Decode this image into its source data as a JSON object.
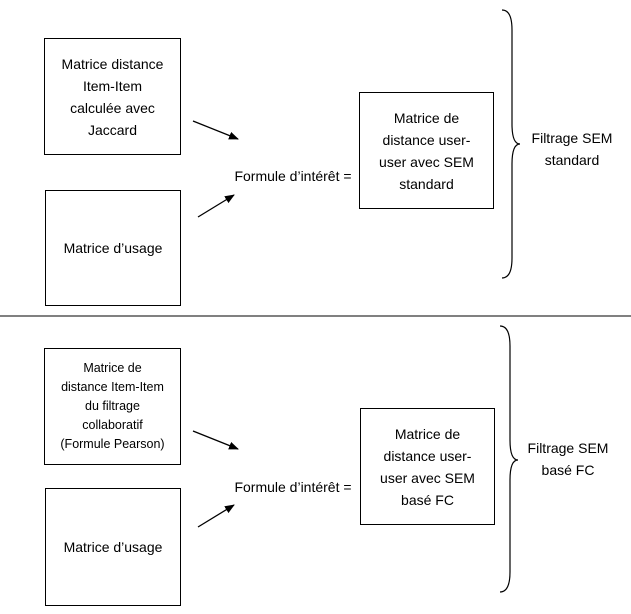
{
  "sections": [
    {
      "matrix_top": "Matrice distance\nItem-Item\ncalculée avec\nJaccard",
      "matrix_usage": "Matrice d’usage",
      "formula": "Formule d’intérêt =",
      "result_matrix": "Matrice de\ndistance user-\nuser avec SEM\nstandard",
      "bracket_label": "Filtrage SEM\nstandard"
    },
    {
      "matrix_top": "Matrice de\ndistance Item-Item\ndu filtrage\ncollaboratif\n(Formule Pearson)",
      "matrix_usage": "Matrice d’usage",
      "formula": "Formule d’intérêt =",
      "result_matrix": "Matrice de\ndistance user-\nuser avec SEM\nbasé FC",
      "bracket_label": "Filtrage SEM\nbasé FC"
    }
  ]
}
